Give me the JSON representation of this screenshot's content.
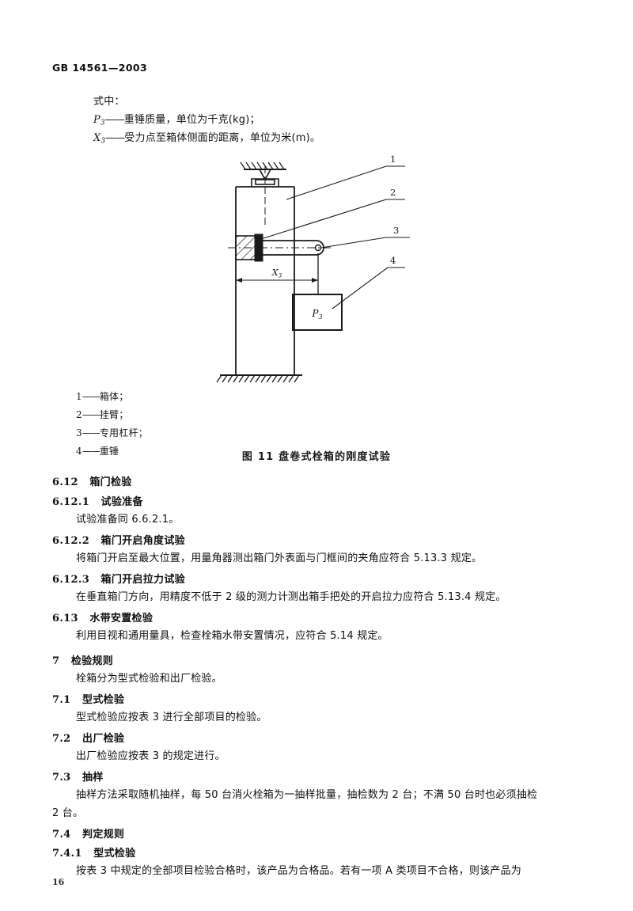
{
  "document": {
    "standard_header": "GB 14561—2003",
    "page_number": "16"
  },
  "formula_key": {
    "where_label": "式中：",
    "items": [
      {
        "symbol": "P",
        "subscript": "3",
        "dash": "——",
        "text": "重锤质量，单位为千克(kg)；"
      },
      {
        "symbol": "X",
        "subscript": "3",
        "dash": "——",
        "text": "受力点至箱体侧面的距离，单位为米(m)。"
      }
    ]
  },
  "figure": {
    "caption": "图 11   盘卷式栓箱的刚度试验",
    "dimension_label": "X",
    "dimension_subscript": "3",
    "weight_label": "P",
    "weight_subscript": "3",
    "callouts": [
      "1",
      "2",
      "3",
      "4"
    ],
    "key": [
      {
        "num": "1",
        "dash": "——",
        "text": "箱体；"
      },
      {
        "num": "2",
        "dash": "——",
        "text": "挂臂；"
      },
      {
        "num": "3",
        "dash": "——",
        "text": "专用杠杆；"
      },
      {
        "num": "4",
        "dash": "——",
        "text": "重锤"
      }
    ]
  },
  "sections": {
    "s612_num": "6.12",
    "s612_title": "箱门检验",
    "s6121_num": "6.12.1",
    "s6121_title": "试验准备",
    "s6121_body": "试验准备同 6.6.2.1。",
    "s6122_num": "6.12.2",
    "s6122_title": "箱门开启角度试验",
    "s6122_body": "将箱门开启至最大位置，用量角器测出箱门外表面与门框间的夹角应符合 5.13.3 规定。",
    "s6123_num": "6.12.3",
    "s6123_title": "箱门开启拉力试验",
    "s6123_body": "在垂直箱门方向，用精度不低于 2 级的测力计测出箱手把处的开启拉力应符合 5.13.4 规定。",
    "s613_num": "6.13",
    "s613_title": "水带安置检验",
    "s613_body": "利用目视和通用量具，检查栓箱水带安置情况，应符合 5.14 规定。",
    "s7_num": "7",
    "s7_title": "检验规则",
    "s7_body": "栓箱分为型式检验和出厂检验。",
    "s71_num": "7.1",
    "s71_title": "型式检验",
    "s71_body": "型式检验应按表 3 进行全部项目的检验。",
    "s72_num": "7.2",
    "s72_title": "出厂检验",
    "s72_body": "出厂检验应按表 3 的规定进行。",
    "s73_num": "7.3",
    "s73_title": "抽样",
    "s73_body": "抽样方法采取随机抽样，每 50 台消火栓箱为一抽样批量，抽检数为 2 台；不满 50 台时也必须抽检",
    "s73_body_cont": "2 台。",
    "s74_num": "7.4",
    "s74_title": "判定规则",
    "s741_num": "7.4.1",
    "s741_title": "型式检验",
    "s741_body": "按表 3 中规定的全部项目检验合格时，该产品为合格品。若有一项 A 类项目不合格，则该产品为"
  },
  "colors": {
    "ink": "#111111",
    "paper": "#ffffff",
    "line": "#1a1a1a"
  }
}
